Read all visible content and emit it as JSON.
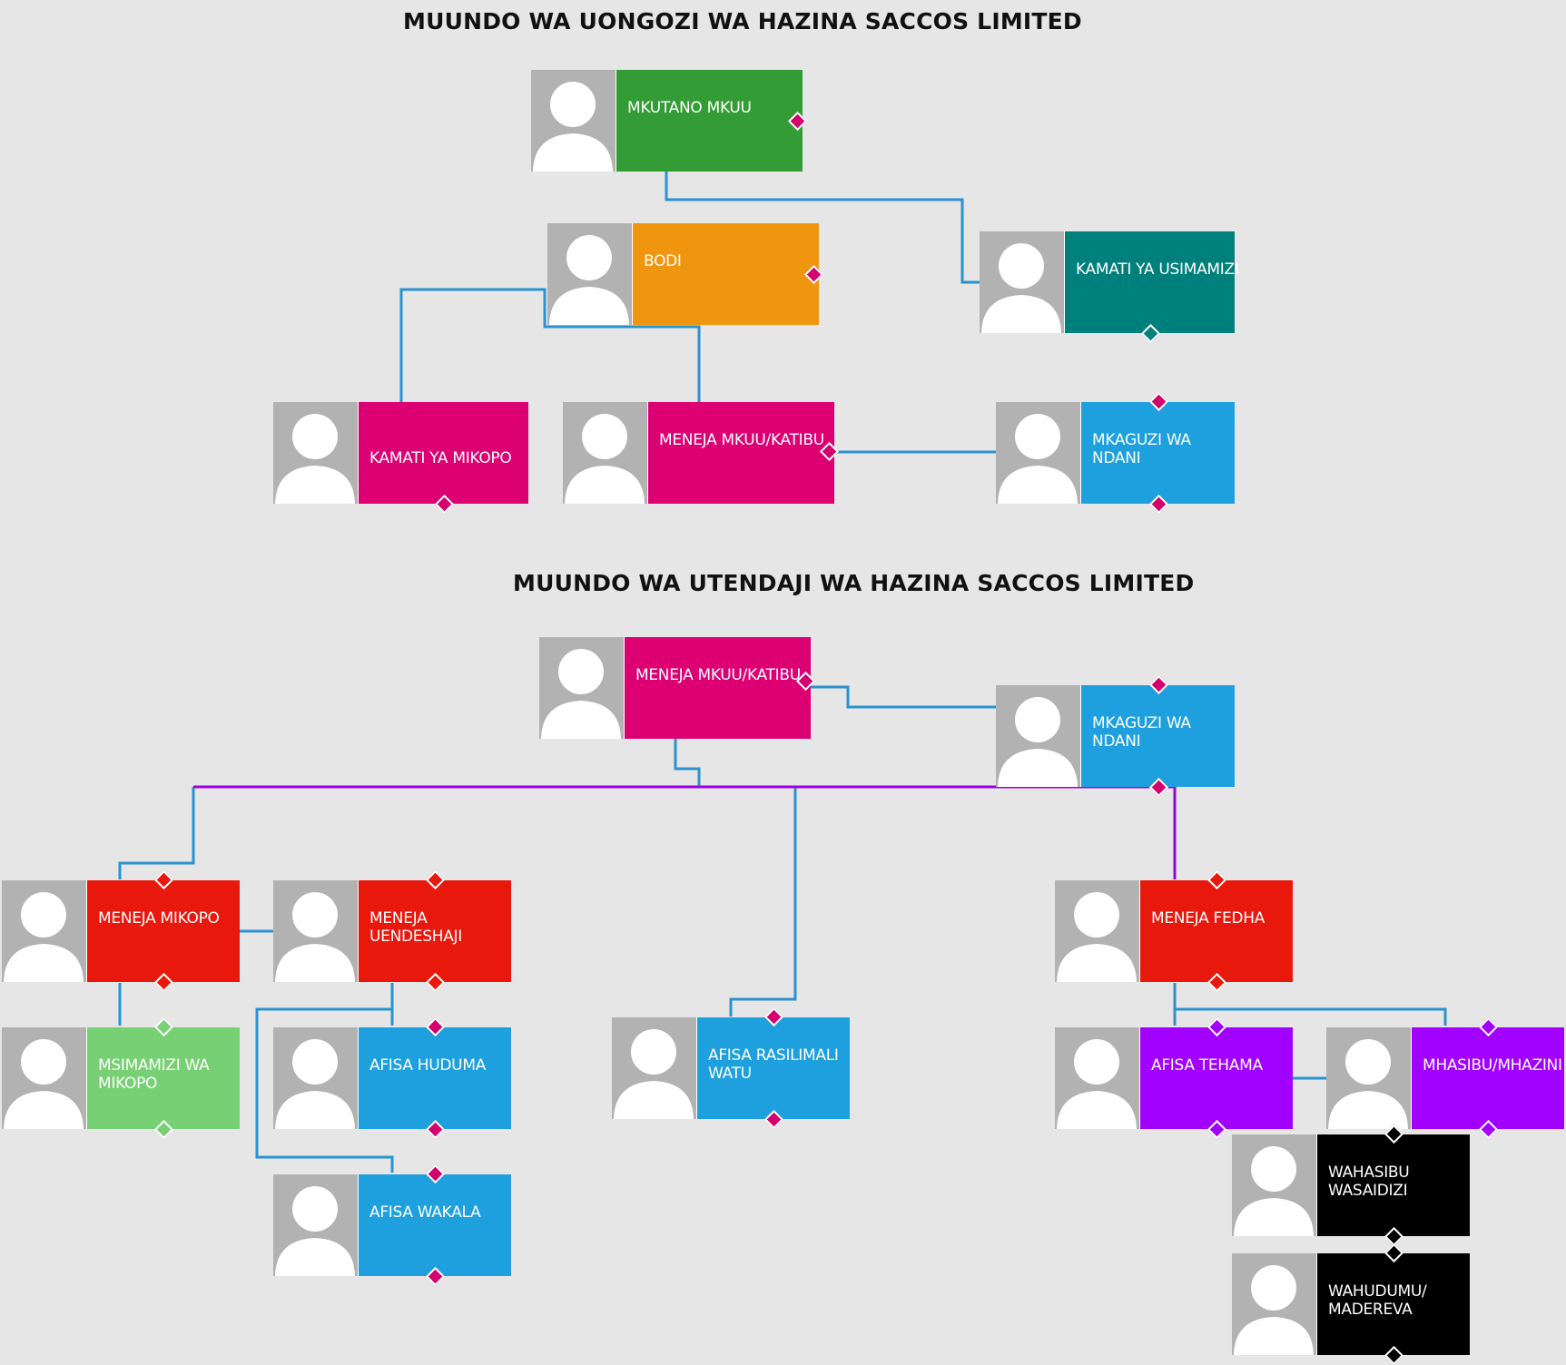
{
  "titles": {
    "governance": "MUUNDO WA UONGOZI WA HAZINA SACCOS LIMITED",
    "executive": "MUUNDO WA UTENDAJI WA HAZINA SACCOS LIMITED"
  },
  "governance": {
    "mkutano_mkuu": "MKUTANO MKUU",
    "bodi": "BODI",
    "kamati_usimamizi": "KAMATI YA USIMAMIZI",
    "kamati_mikopo": "KAMATI YA MIKOPO",
    "meneja_mkuu": "MENEJA MKUU/KATIBU",
    "mkaguzi": "MKAGUZI WA NDANI"
  },
  "executive": {
    "meneja_mkuu": "MENEJA MKUU/KATIBU",
    "mkaguzi": "MKAGUZI WA NDANI",
    "meneja_mikopo": "MENEJA MIKOPO",
    "meneja_uendeshaji": "MENEJA UENDESHAJI",
    "meneja_fedha": "MENEJA FEDHA",
    "msimamizi_mikopo": "MSIMAMIZI WA MIKOPO",
    "afisa_huduma": "AFISA HUDUMA",
    "afisa_wakala": "AFISA WAKALA",
    "afisa_rasilimali": "AFISA RASILIMALI WATU",
    "afisa_tehama": "AFISA TEHAMA",
    "mhasibu": "MHASIBU/MHAZINI",
    "wahasibu": "WAHASIBU WASAIDIZI",
    "wahudumu": "WAHUDUMU/ MADEREVA"
  },
  "colors": {
    "green": "#349c35",
    "orange": "#f0960e",
    "teal": "#00807c",
    "magenta": "#dc0073",
    "blue": "#1ea0df",
    "red": "#e8180c",
    "light_green": "#77d073",
    "purple": "#a200ff",
    "black": "#000000",
    "avatar_gray": "#b2b2b2",
    "connector_blue": "#2a93cf",
    "connector_purple": "#9c00e0"
  }
}
